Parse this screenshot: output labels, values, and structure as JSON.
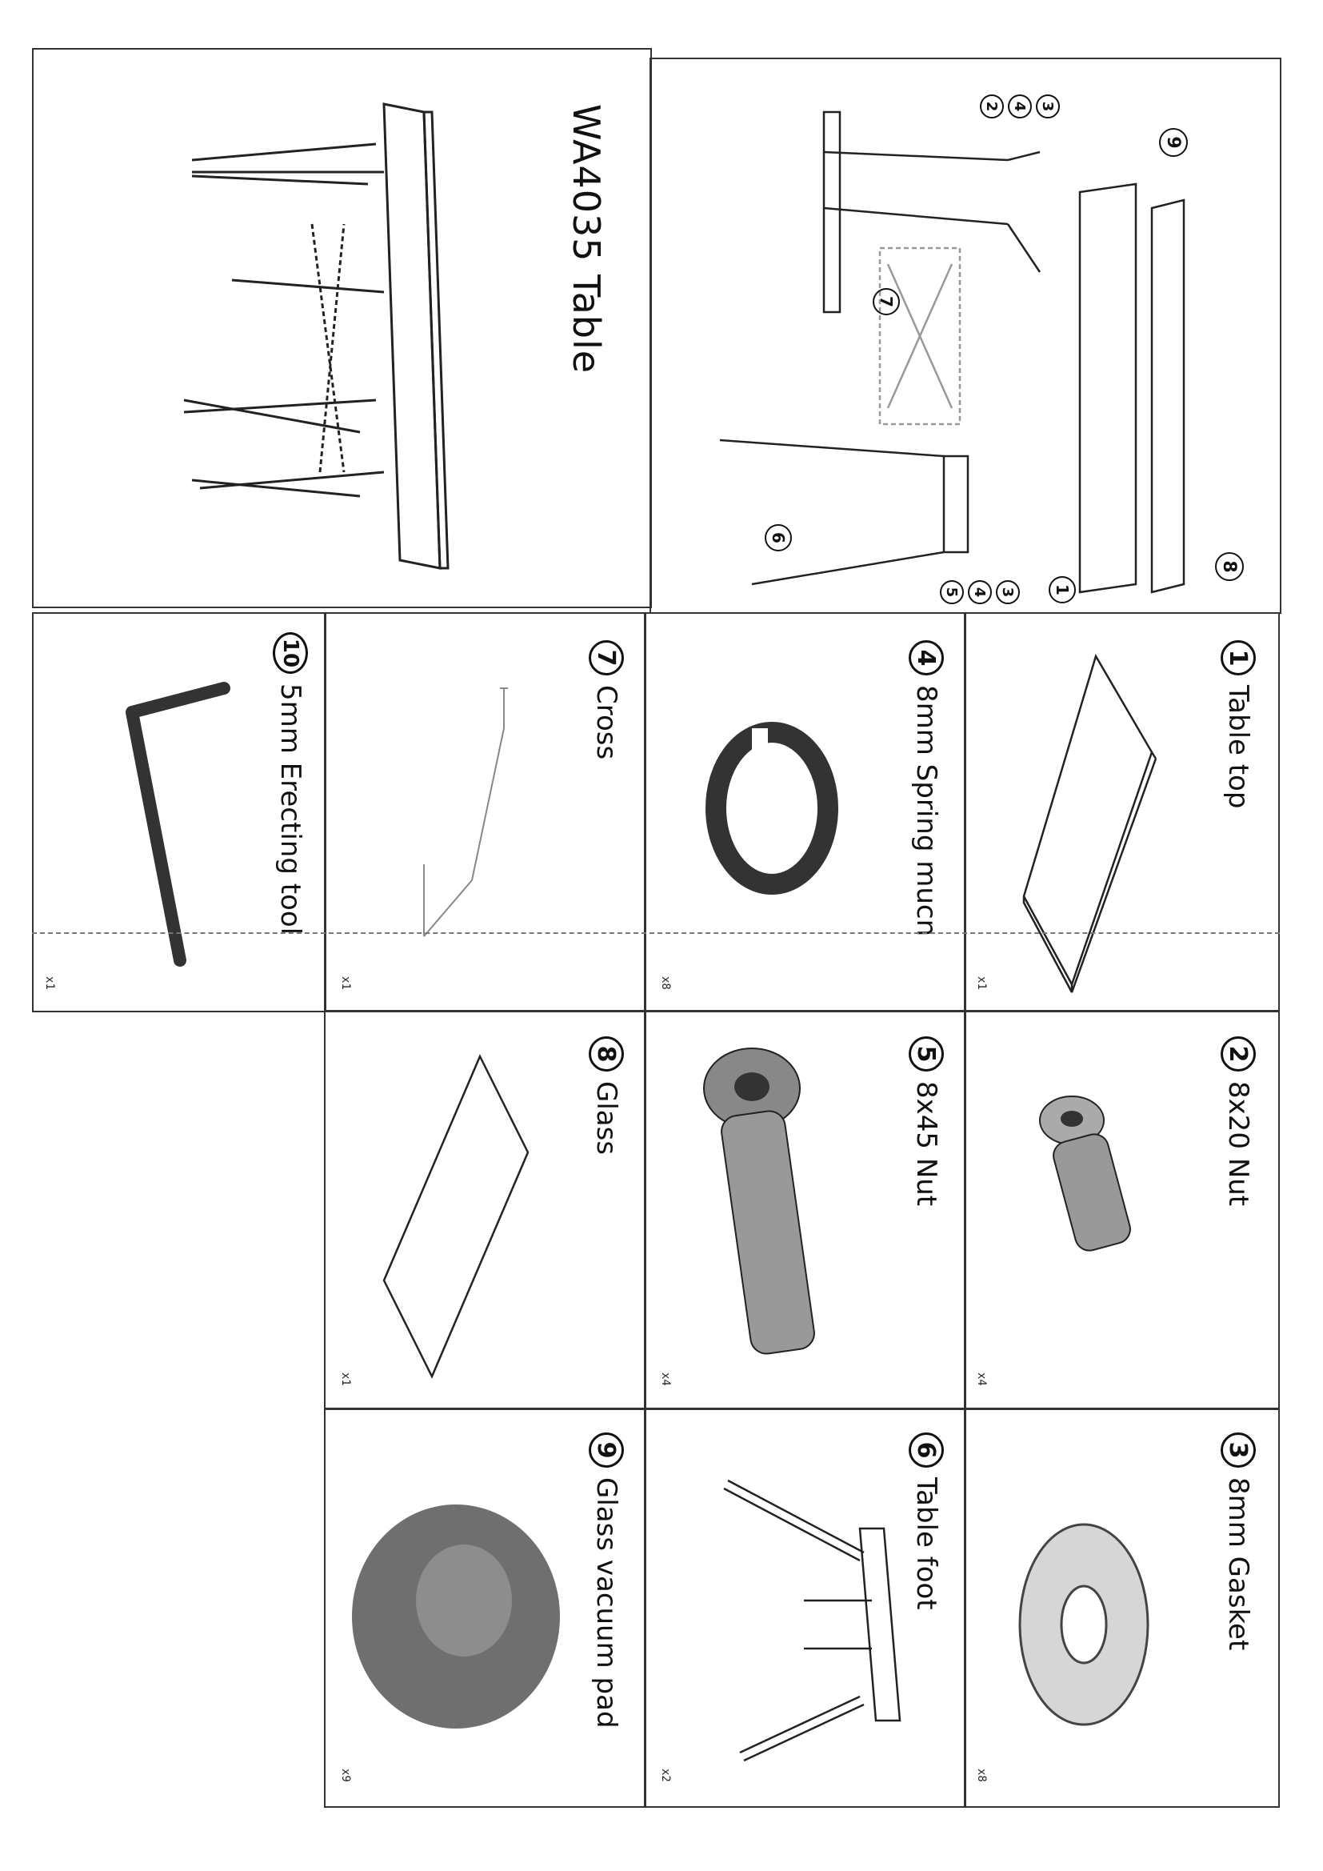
{
  "title": "WA4035 Table",
  "diagram_callouts": [
    "1",
    "2",
    "3",
    "4",
    "5",
    "6",
    "7",
    "8",
    "9"
  ],
  "parts": [
    {
      "num": "1",
      "label": "Table top",
      "qty": "x1"
    },
    {
      "num": "2",
      "label": "8x20 Nut",
      "qty": "x4"
    },
    {
      "num": "3",
      "label": "8mm Gasket",
      "qty": "x8"
    },
    {
      "num": "4",
      "label": "8mm Spring mucn",
      "qty": "x8"
    },
    {
      "num": "5",
      "label": "8x45 Nut",
      "qty": "x4"
    },
    {
      "num": "6",
      "label": "Table foot",
      "qty": "x2"
    },
    {
      "num": "7",
      "label": "Cross",
      "qty": "x1"
    },
    {
      "num": "8",
      "label": "Glass",
      "qty": "x1"
    },
    {
      "num": "9",
      "label": "Glass vacuum pad",
      "qty": "x9"
    },
    {
      "num": "10",
      "label": "5mm Erecting tool",
      "qty": "x1"
    }
  ],
  "colors": {
    "line": "#222222",
    "paper": "#ffffff",
    "metal": "#8a8a8a",
    "pad": "#6f6f6f"
  }
}
